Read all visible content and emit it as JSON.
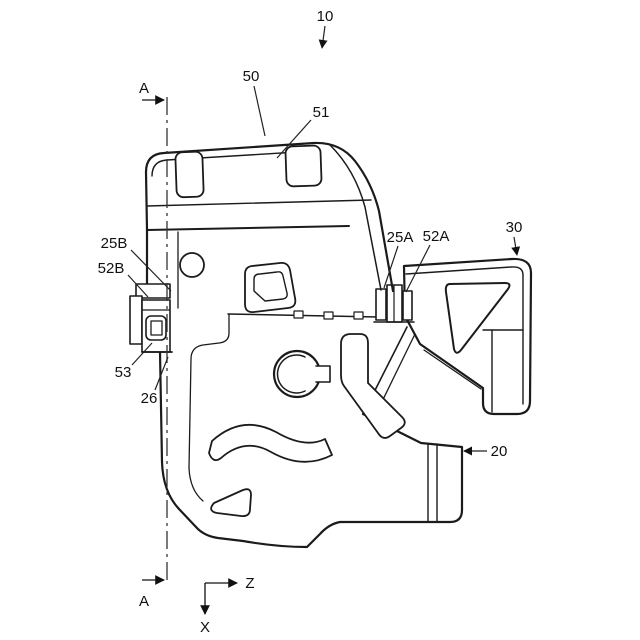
{
  "figure": {
    "type": "patent-line-drawing",
    "background": "#ffffff",
    "ink": "#1b1b1b",
    "labels": {
      "assembly": "10",
      "upper_unit": "50",
      "cover": "51",
      "part_25b": "25B",
      "part_52b": "52B",
      "part_53": "53",
      "part_26": "26",
      "part_25a": "25A",
      "part_52a": "52A",
      "side_bracket": "30",
      "main_body": "20"
    },
    "section_marks": {
      "top": "A",
      "bottom": "A"
    },
    "axes": {
      "horizontal": "Z",
      "vertical": "X"
    }
  }
}
